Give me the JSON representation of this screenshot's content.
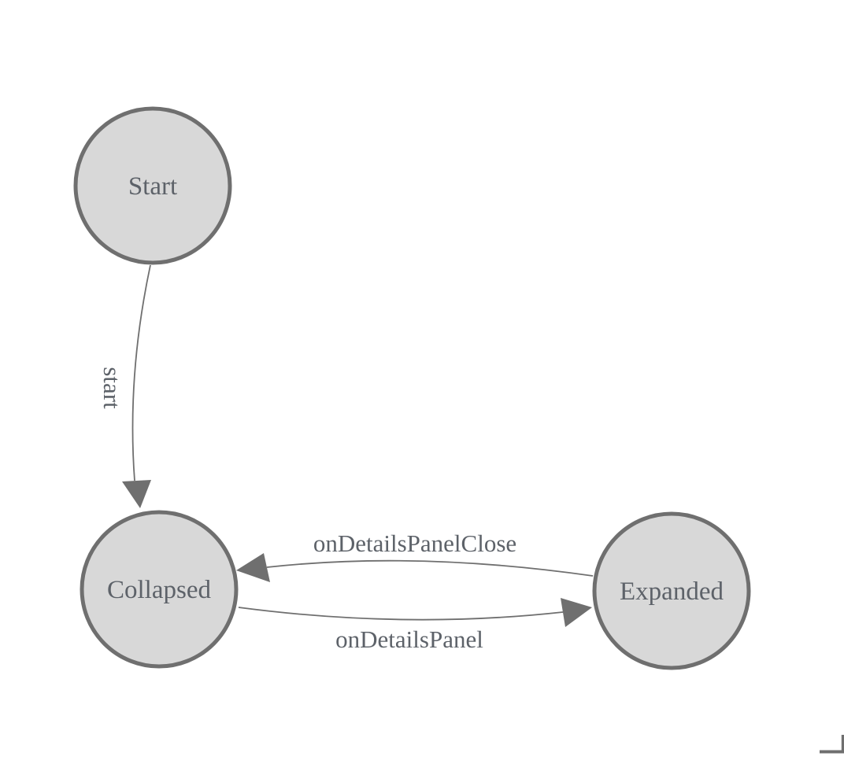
{
  "diagram": {
    "type": "state-machine",
    "colors": {
      "background": "#ffffff",
      "node_fill": "#d8d8d8",
      "node_stroke": "#6f6f6f",
      "edge": "#6f6f6f",
      "label_text": "#5d6269"
    },
    "nodes": [
      {
        "id": "start",
        "label": "Start"
      },
      {
        "id": "collapsed",
        "label": "Collapsed"
      },
      {
        "id": "expanded",
        "label": "Expanded"
      }
    ],
    "edges": [
      {
        "from": "Start",
        "to": "Collapsed",
        "label": "start",
        "label_rotation_deg": 90
      },
      {
        "from": "Expanded",
        "to": "Collapsed",
        "label": "onDetailsPanelClose",
        "label_rotation_deg": 0
      },
      {
        "from": "Collapsed",
        "to": "Expanded",
        "label": "onDetailsPanel",
        "label_rotation_deg": 0
      }
    ],
    "corner_mark": {
      "shape": "bottom-right-corner-bracket",
      "color": "#6f6f6f"
    }
  }
}
